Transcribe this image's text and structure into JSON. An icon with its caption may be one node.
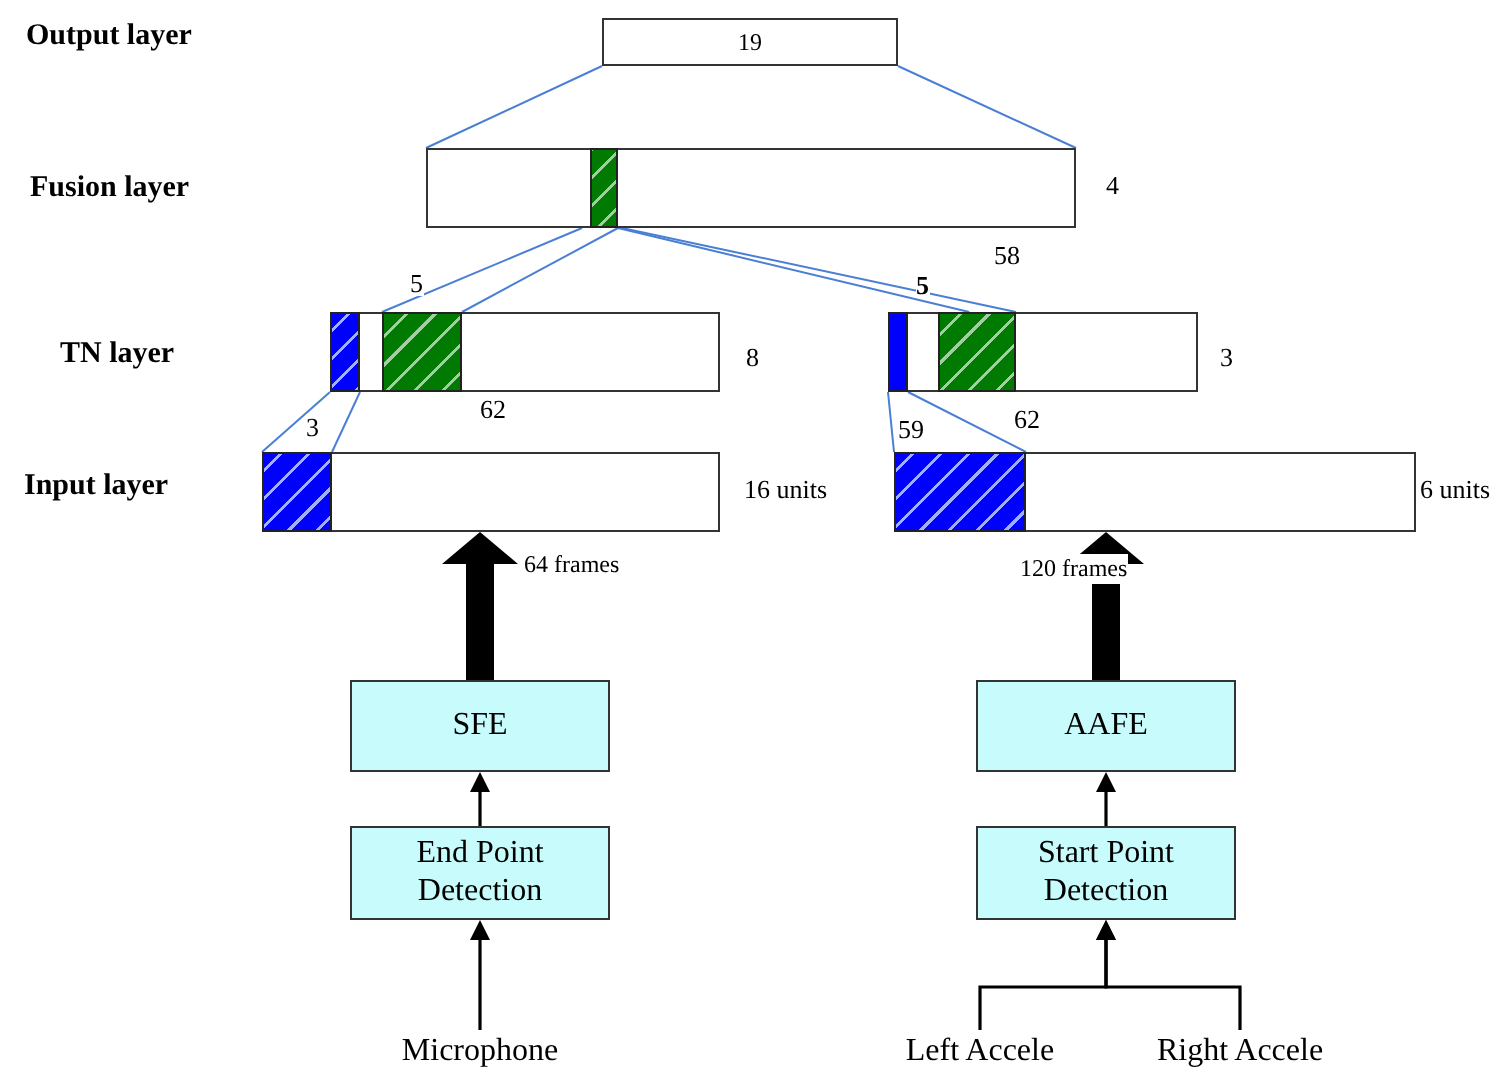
{
  "diagram": {
    "nodes": [
      {
        "text": [
          "19"
        ]
      },
      {
        "text": [],
        "shape": "box",
        "beside": [
          "4"
        ]
      },
      {
        "text": [],
        "shape": "bar",
        "in": 1
      },
      {
        "text": [],
        "shape": "box",
        "beside": [
          "8"
        ]
      },
      {
        "text": [],
        "shape": "bar",
        "in": 3
      },
      {
        "text": [],
        "shape": "bar",
        "in": 3
      },
      {
        "text": [],
        "shape": "box",
        "beside": [
          "3"
        ]
      },
      {
        "text": [],
        "shape": "bar",
        "in": 6
      },
      {
        "text": [],
        "shape": "bar",
        "in": 6
      },
      {
        "text": [],
        "shape": "box",
        "beside": [
          "16 units"
        ]
      },
      {
        "text": [],
        "shape": "bar",
        "in": 9
      },
      {
        "text": [],
        "shape": "box",
        "beside": [
          "6 units"
        ]
      },
      {
        "text": [],
        "shape": "bar",
        "in": 11
      },
      {
        "text": [
          "SFE"
        ]
      },
      {
        "text": [
          "End Point Detection"
        ]
      },
      {
        "text": [
          "Microphone"
        ]
      },
      {
        "text": [
          "AAFE"
        ]
      },
      {
        "text": [
          "Start Point Detection"
        ]
      },
      {
        "text": [
          "Left Accele"
        ]
      },
      {
        "text": [
          "Right Accele"
        ]
      }
    ],
    "edges": [
      {
        "from": 0,
        "to": 1,
        "arrow": "none"
      },
      {
        "from": 0,
        "to": 1,
        "arrow": "none"
      },
      {
        "from": 2,
        "to": 5,
        "arrow": "none"
      },
      {
        "from": 2,
        "to": 5,
        "arrow": "none"
      },
      {
        "from": 2,
        "to": 8,
        "arrow": "none"
      },
      {
        "from": 2,
        "to": 8,
        "arrow": "none"
      },
      {
        "from": 4,
        "to": 10,
        "arrow": "none"
      },
      {
        "from": 4,
        "to": 10,
        "arrow": "none"
      },
      {
        "from": 7,
        "to": 12,
        "arrow": "none"
      },
      {
        "from": 7,
        "to": 12,
        "arrow": "none"
      },
      {
        "from": 13,
        "to": 9,
        "arrow": "to",
        "style": "thick",
        "color": "#000000",
        "label": "64 frames"
      },
      {
        "from": 14,
        "to": 13,
        "arrow": "to",
        "color": "#000000"
      },
      {
        "from": 15,
        "to": 14,
        "arrow": "to",
        "color": "#000000"
      },
      {
        "from": 16,
        "to": 11,
        "arrow": "to",
        "style": "thick",
        "color": "#000000",
        "label": "120 frames"
      },
      {
        "from": 17,
        "to": 16,
        "arrow": "to",
        "color": "#000000"
      },
      {
        "from": 18,
        "to": 17,
        "arrow": "to",
        "color": "#000000"
      },
      {
        "from": 19,
        "to": 17,
        "arrow": "to",
        "color": "#000000"
      }
    ],
    "labels": [
      "Output layer",
      "Fusion layer",
      "58",
      "5",
      "5",
      "TN layer",
      "62",
      "62",
      "3",
      "59",
      "Input layer"
    ]
  }
}
